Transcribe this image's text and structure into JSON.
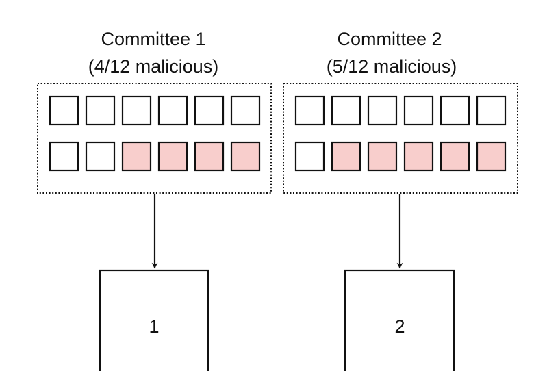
{
  "colors": {
    "honest_fill": "#ffffff",
    "honest_stroke": "#111111",
    "malicious_fill": "#f8cecc",
    "malicious_stroke": "#b85450"
  },
  "committees": [
    {
      "title_line1": "Committee 1",
      "title_line2": "(4/12 malicious)",
      "malicious_count": 4,
      "total": 12,
      "block_label": "1"
    },
    {
      "title_line1": "Committee 2",
      "title_line2": "(5/12 malicious)",
      "malicious_count": 5,
      "total": 12,
      "block_label": "2"
    }
  ]
}
